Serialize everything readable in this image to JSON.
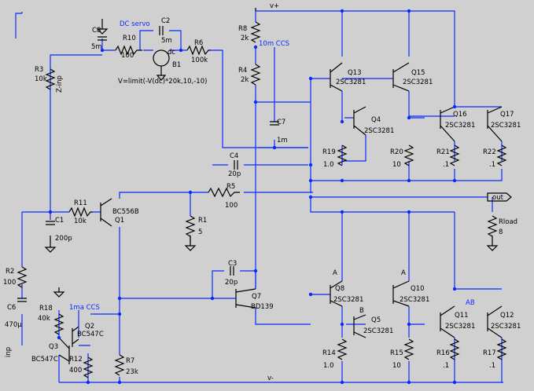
{
  "net_labels": {
    "vplus": "v+",
    "vminus": "v-",
    "out": "out",
    "inp": "inp",
    "z_inp": "Z-inp",
    "A1": "A",
    "A2": "A",
    "B": "B",
    "AB": "AB"
  },
  "annotations": {
    "dc_servo": "DC servo",
    "ccs_10m": "10m CCS",
    "ccs_1ma": "1ma CCS",
    "b1_expr": "V=limit(-V(dc)*20k,10,-10)",
    "dc_node": "dc"
  },
  "parts": {
    "R8": {
      "name": "R8",
      "value": "2k"
    },
    "R4": {
      "name": "R4",
      "value": "2k"
    },
    "R3": {
      "name": "R3",
      "value": "10k"
    },
    "R10": {
      "name": "R10",
      "value": "100"
    },
    "R6": {
      "name": "R6",
      "value": "100k"
    },
    "C8": {
      "name": "C8",
      "value": "5m"
    },
    "C2": {
      "name": "C2",
      "value": "5m"
    },
    "B1": {
      "name": "B1"
    },
    "C7": {
      "name": "C7",
      "value": "1m"
    },
    "C4": {
      "name": "C4",
      "value": "20p"
    },
    "R5": {
      "name": "R5",
      "value": "100"
    },
    "R1": {
      "name": "R1",
      "value": "5"
    },
    "R11": {
      "name": "R11",
      "value": "10k"
    },
    "C1": {
      "name": "C1",
      "value": "200p"
    },
    "Q1": {
      "name": "Q1",
      "value": "BC556B"
    },
    "R2": {
      "name": "R2",
      "value": "100"
    },
    "C6": {
      "name": "C6",
      "value": "470µ"
    },
    "R18": {
      "name": "R18",
      "value": "40k"
    },
    "Q2": {
      "name": "Q2",
      "value": "BC547C"
    },
    "Q3": {
      "name": "Q3",
      "value": "BC547C"
    },
    "R12": {
      "name": "R12",
      "value": "400"
    },
    "R7": {
      "name": "R7",
      "value": "23k"
    },
    "C3": {
      "name": "C3",
      "value": "20p"
    },
    "Q7": {
      "name": "Q7",
      "value": "BD139"
    },
    "Q13": {
      "name": "Q13",
      "value": "2SC3281"
    },
    "Q15": {
      "name": "Q15",
      "value": "2SC3281"
    },
    "Q4": {
      "name": "Q4",
      "value": "2SC3281"
    },
    "Q16": {
      "name": "Q16",
      "value": "2SC3281"
    },
    "Q17": {
      "name": "Q17",
      "value": "2SC3281"
    },
    "R19": {
      "name": "R19",
      "value": "1.0"
    },
    "R20": {
      "name": "R20",
      "value": "10"
    },
    "R21": {
      "name": "R21",
      "value": ".1"
    },
    "R22": {
      "name": "R22",
      "value": ".1"
    },
    "Rload": {
      "name": "Rload",
      "value": "8"
    },
    "Q8": {
      "name": "Q8",
      "value": "2SC3281"
    },
    "Q10": {
      "name": "Q10",
      "value": "2SC3281"
    },
    "Q5": {
      "name": "Q5",
      "value": "2SC3281"
    },
    "Q11": {
      "name": "Q11",
      "value": "2SC3281"
    },
    "Q12": {
      "name": "Q12",
      "value": "2SC3281"
    },
    "R14": {
      "name": "R14",
      "value": "1.0"
    },
    "R15": {
      "name": "R15",
      "value": "10"
    },
    "R16": {
      "name": "R16",
      "value": ".1"
    },
    "R17": {
      "name": "R17",
      "value": ".1"
    }
  }
}
